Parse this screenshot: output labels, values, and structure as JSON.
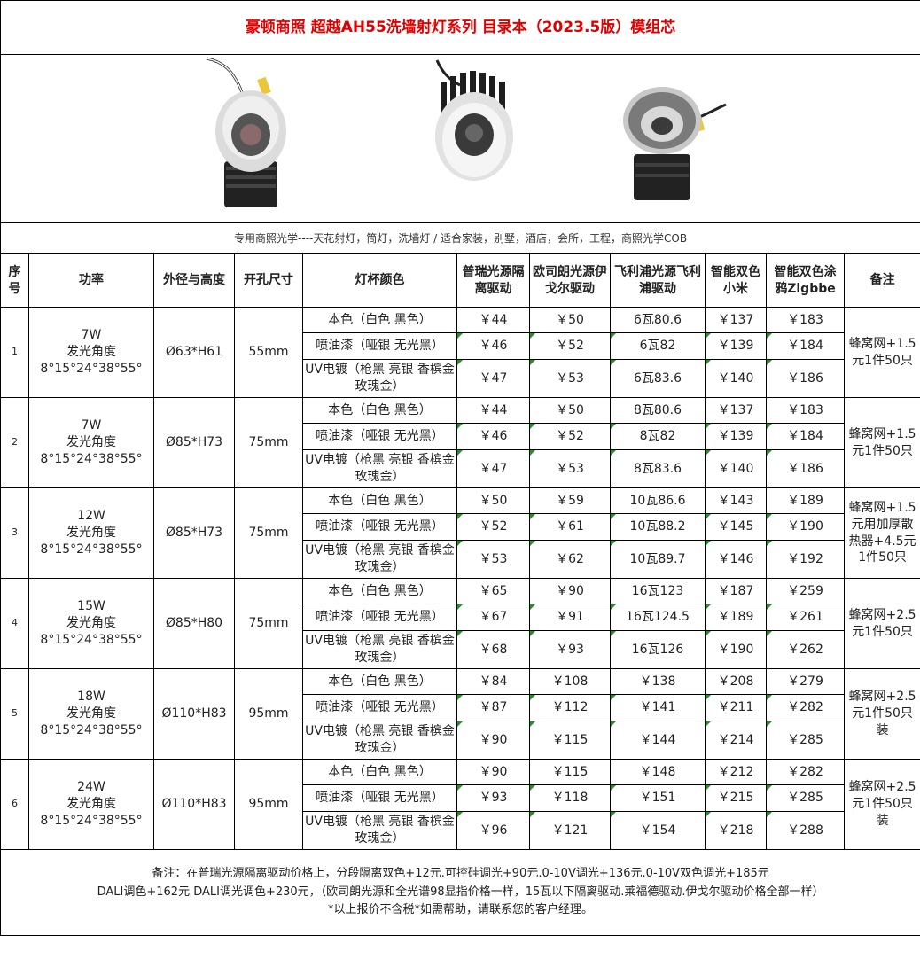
{
  "title": "豪顿商照  超越AH55洗墙射灯系列  目录本（2023.5版）模组芯",
  "subtitle": "专用商照光学----天花射灯，筒灯，洗墙灯  / 适合家装，别墅，酒店，会所，工程，商照光学COB",
  "headers": {
    "no": "序号",
    "power": "功率",
    "size": "外径与高度",
    "hole": "开孔尺寸",
    "color": "灯杯颜色",
    "c1": "普瑞光源隔离驱动",
    "c2": "欧司朗光源伊戈尔驱动",
    "c3": "飞利浦光源飞利浦驱动",
    "c4": "智能双色小米",
    "c5": "智能双色涂鸦Zigbbe",
    "note": "备注"
  },
  "finishes": [
    "本色（白色 黑色）",
    "喷油漆（哑银 无光黑）",
    "UV电镀（枪黑 亮银 香槟金 玫瑰金）"
  ],
  "groups": [
    {
      "no": "1",
      "watt": "7W",
      "angle_label": "发光角度",
      "angles": "8°15°24°38°55°",
      "size": "Ø63*H61",
      "hole": "55mm",
      "note": "蜂窝网+1.5元1件50只",
      "rows": [
        [
          "￥44",
          "￥50",
          "6瓦80.6",
          "￥137",
          "￥183"
        ],
        [
          "￥46",
          "￥52",
          "6瓦82",
          "￥139",
          "￥184"
        ],
        [
          "￥47",
          "￥53",
          "6瓦83.6",
          "￥140",
          "￥186"
        ]
      ]
    },
    {
      "no": "2",
      "watt": "7W",
      "angle_label": "发光角度",
      "angles": "8°15°24°38°55°",
      "size": "Ø85*H73",
      "hole": "75mm",
      "note": "蜂窝网+1.5元1件50只",
      "rows": [
        [
          "￥44",
          "￥50",
          "8瓦80.6",
          "￥137",
          "￥183"
        ],
        [
          "￥46",
          "￥52",
          "8瓦82",
          "￥139",
          "￥184"
        ],
        [
          "￥47",
          "￥53",
          "8瓦83.6",
          "￥140",
          "￥186"
        ]
      ]
    },
    {
      "no": "3",
      "watt": "12W",
      "angle_label": "发光角度",
      "angles": "8°15°24°38°55°",
      "size": "Ø85*H73",
      "hole": "75mm",
      "note": "蜂窝网+1.5元用加厚散热器+4.5元1件50只",
      "rows": [
        [
          "￥50",
          "￥59",
          "10瓦86.6",
          "￥143",
          "￥189"
        ],
        [
          "￥52",
          "￥61",
          "10瓦88.2",
          "￥145",
          "￥190"
        ],
        [
          "￥53",
          "￥62",
          "10瓦89.7",
          "￥146",
          "￥192"
        ]
      ]
    },
    {
      "no": "4",
      "watt": "15W",
      "angle_label": "发光角度",
      "angles": "8°15°24°38°55°",
      "size": "Ø85*H80",
      "hole": "75mm",
      "note": "蜂窝网+2.5元1件50只",
      "rows": [
        [
          "￥65",
          "￥90",
          "16瓦123",
          "￥187",
          "￥259"
        ],
        [
          "￥67",
          "￥91",
          "16瓦124.5",
          "￥189",
          "￥261"
        ],
        [
          "￥68",
          "￥93",
          "16瓦126",
          "￥190",
          "￥262"
        ]
      ]
    },
    {
      "no": "5",
      "watt": "18W",
      "angle_label": "发光角度",
      "angles": "8°15°24°38°55°",
      "size": "Ø110*H83",
      "hole": "95mm",
      "note": "蜂窝网+2.5元1件50只装",
      "rows": [
        [
          "￥84",
          "￥108",
          "￥138",
          "￥208",
          "￥279"
        ],
        [
          "￥87",
          "￥112",
          "￥141",
          "￥211",
          "￥282"
        ],
        [
          "￥90",
          "￥115",
          "￥144",
          "￥214",
          "￥285"
        ]
      ]
    },
    {
      "no": "6",
      "watt": "24W",
      "angle_label": "发光角度",
      "angles": "8°15°24°38°55°",
      "size": "Ø110*H83",
      "hole": "95mm",
      "note": "蜂窝网+2.5元1件50只装",
      "rows": [
        [
          "￥90",
          "￥115",
          "￥148",
          "￥212",
          "￥282"
        ],
        [
          "￥93",
          "￥118",
          "￥151",
          "￥215",
          "￥285"
        ],
        [
          "￥96",
          "￥121",
          "￥154",
          "￥218",
          "￥288"
        ]
      ]
    }
  ],
  "footer": {
    "line1": "备注：在普瑞光源隔离驱动价格上，分段隔离双色+12元.可控硅调光+90元.0-10V调光+136元.0-10V双色调光+185元",
    "line2": "DALI调色+162元 DALI调光调色+230元，（欧司朗光源和全光谱98显指价格一样，15瓦以下隔离驱动.莱福德驱动.伊戈尔驱动价格全部一样）",
    "line3": "*以上报价不含税*如需帮助，请联系您的客户经理。"
  }
}
